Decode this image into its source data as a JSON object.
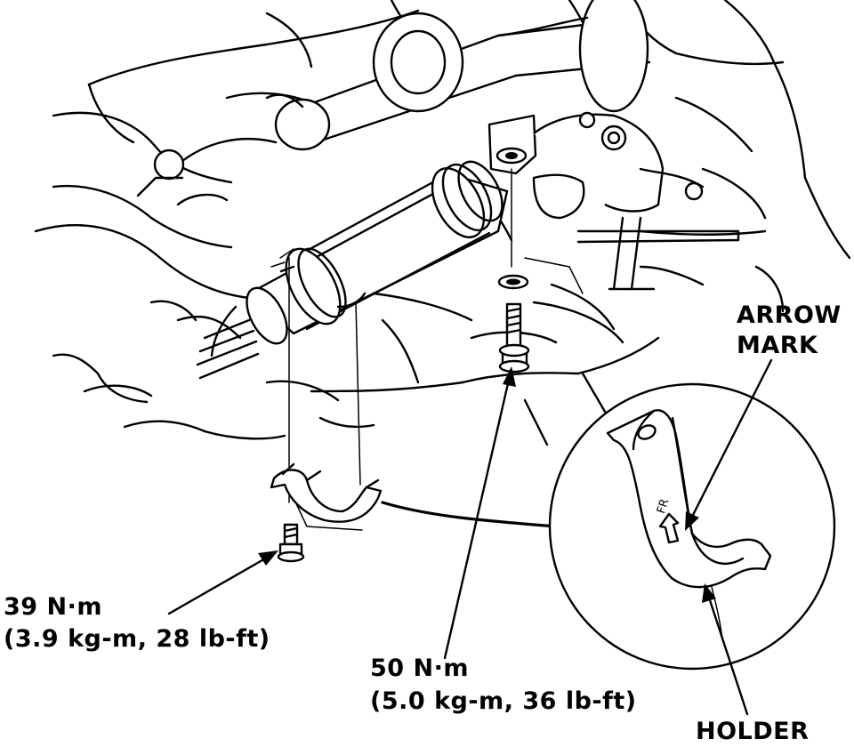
{
  "labels": {
    "torque_left_line1": "39 N·m",
    "torque_left_line2": "(3.9 kg-m, 28 lb-ft)",
    "torque_right_line1": "50 N·m",
    "torque_right_line2": "(5.0 kg-m, 36 lb-ft)",
    "arrow_mark_line1": "ARROW",
    "arrow_mark_line2": "MARK",
    "holder": "HOLDER",
    "fr_mark": "FR"
  }
}
